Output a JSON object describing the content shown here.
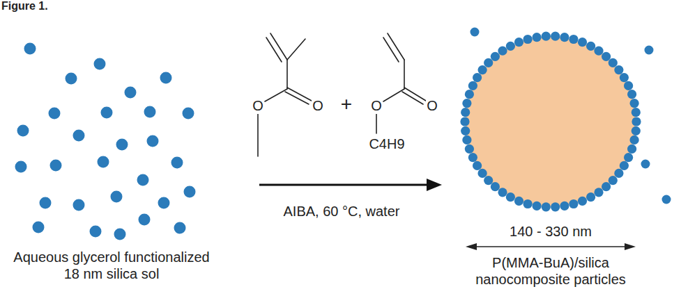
{
  "diagram": {
    "title": "Figure 1.",
    "labels": [
      "Aqueous glycerol functionalized 18 nm silica sol",
      "O",
      "O",
      "+",
      "O",
      "O",
      "C4H9",
      "AIBA, 60 °C, water",
      "140 - 330 nm",
      "P(MMA-BuA)/silica nanocomposite particles"
    ]
  }
}
